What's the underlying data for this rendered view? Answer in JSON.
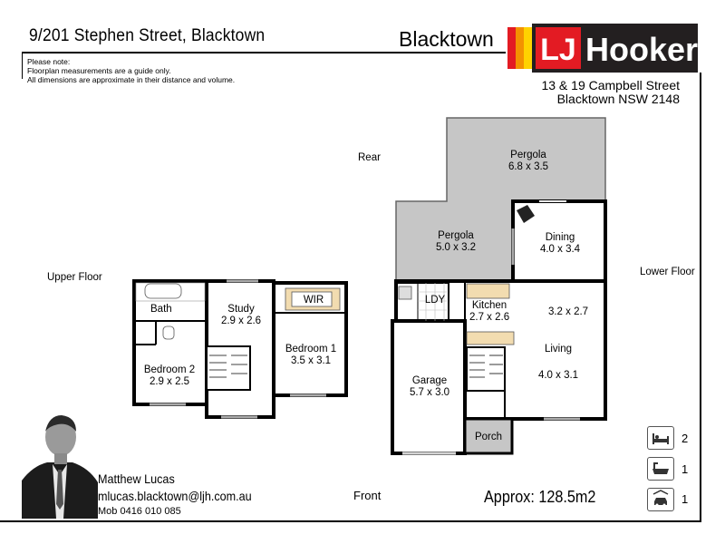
{
  "header": {
    "address": "9/201 Stephen Street, Blacktown",
    "suburb": "Blacktown"
  },
  "logo": {
    "brand_lj": "LJ",
    "brand_hooker": "Hooker",
    "colors": {
      "red": "#e31b23",
      "orange": "#f39200",
      "yellow": "#ffd200",
      "black": "#231f20"
    }
  },
  "office": {
    "line1": "13 & 19 Campbell Street",
    "line2": "Blacktown NSW 2148"
  },
  "note": {
    "line1": "Please note:",
    "line2": "Floorplan measurements are a guide only.",
    "line3": "All dimensions are approximate in their distance and volume."
  },
  "labels": {
    "rear": "Rear",
    "front": "Front",
    "upper_floor": "Upper Floor",
    "lower_floor": "Lower Floor"
  },
  "upper_rooms": {
    "bath": "Bath",
    "study_name": "Study",
    "study_dim": "2.9 x 2.6",
    "wir": "WIR",
    "bedroom1_name": "Bedroom 1",
    "bedroom1_dim": "3.5 x 3.1",
    "bedroom2_name": "Bedroom 2",
    "bedroom2_dim": "2.9 x 2.5"
  },
  "lower_rooms": {
    "pergola1_name": "Pergola",
    "pergola1_dim": "6.8 x 3.5",
    "pergola2_name": "Pergola",
    "pergola2_dim": "5.0 x 3.2",
    "dining_name": "Dining",
    "dining_dim": "4.0 x 3.4",
    "ldy": "LDY",
    "kitchen_name": "Kitchen",
    "kitchen_dim": "2.7 x 2.6",
    "area_dim": "3.2 x 2.7",
    "living_name": "Living",
    "living_dim": "4.0 x 3.1",
    "garage_name": "Garage",
    "garage_dim": "5.7 x 3.0",
    "porch": "Porch"
  },
  "agent": {
    "name": "Matthew Lucas",
    "email": "mlucas.blacktown@ljh.com.au",
    "mobile": "Mob 0416 010 085"
  },
  "area": "Approx: 128.5m2",
  "features": [
    {
      "icon": "bed-icon",
      "count": "2"
    },
    {
      "icon": "bath-icon",
      "count": "1"
    },
    {
      "icon": "car-icon",
      "count": "1"
    }
  ]
}
